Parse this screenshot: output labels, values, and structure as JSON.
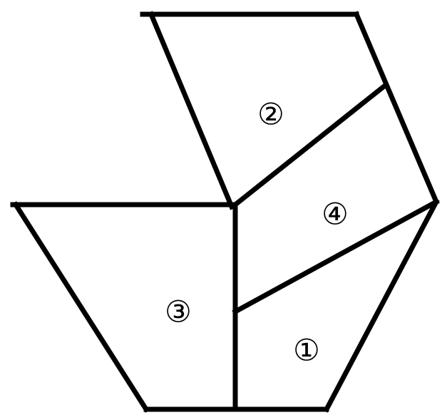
{
  "regions": [
    {
      "id": "1",
      "label": "①"
    },
    {
      "id": "2",
      "label": "②"
    },
    {
      "id": "3",
      "label": "③"
    },
    {
      "id": "4",
      "label": "④"
    }
  ],
  "colors": {
    "line": "#000000",
    "background": "#ffffff"
  }
}
